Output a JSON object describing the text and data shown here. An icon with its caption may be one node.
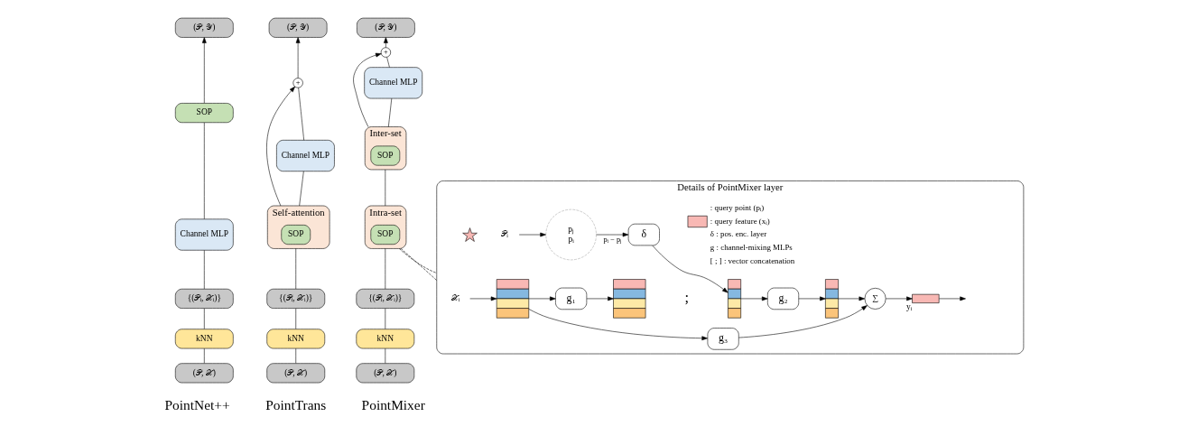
{
  "diagram": {
    "nodes": [
      {
        "text": [
          "(𝒫, 𝒴)"
        ]
      },
      {
        "text": [
          "SOP"
        ]
      },
      {
        "text": [
          "Channel MLP"
        ]
      },
      {
        "text": [
          "{(𝒫ᵢ, 𝒳ᵢ)}"
        ]
      },
      {
        "text": [
          "kNN"
        ]
      },
      {
        "text": [
          "(𝒫, 𝒳)"
        ]
      },
      {
        "text": [
          "(𝒫, 𝒴)"
        ]
      },
      {
        "text": [
          "+"
        ]
      },
      {
        "text": [
          "Channel MLP"
        ]
      },
      {
        "text": [
          "Self-attention"
        ]
      },
      {
        "text": [
          "SOP"
        ],
        "in": 9
      },
      {
        "text": [
          "{(𝒫ᵢ, 𝒳ᵢ)}"
        ]
      },
      {
        "text": [
          "kNN"
        ]
      },
      {
        "text": [
          "(𝒫, 𝒳)"
        ]
      },
      {
        "text": [
          "(𝒫, 𝒴)"
        ]
      },
      {
        "text": [
          "+"
        ]
      },
      {
        "text": [
          "Channel MLP"
        ]
      },
      {
        "text": [
          "Inter-set"
        ]
      },
      {
        "text": [
          "SOP"
        ],
        "in": 17
      },
      {
        "text": [
          "Intra-set"
        ]
      },
      {
        "text": [
          "SOP"
        ],
        "in": 19
      },
      {
        "text": [
          "{(𝒫ᵢ, 𝒳ᵢ)}"
        ]
      },
      {
        "text": [
          "kNN"
        ]
      },
      {
        "text": [
          "(𝒫, 𝒳)"
        ]
      },
      {
        "text": [
          "Details of PointMixer layer"
        ]
      },
      {
        "text": [
          "𝒫ᵢ"
        ],
        "in": 24
      },
      {
        "text": [
          "pⱼ",
          "pᵢ"
        ],
        "in": 24
      },
      {
        "text": [
          "δ"
        ],
        "in": 24
      },
      {
        "text": [
          "𝒳ᵢ"
        ],
        "in": 24
      },
      {
        "text": [],
        "shape": "bar",
        "in": 24
      },
      {
        "text": [
          "g₁"
        ],
        "in": 24
      },
      {
        "text": [],
        "shape": "bar",
        "in": 24
      },
      {
        "text": [],
        "shape": "bar",
        "in": 24
      },
      {
        "text": [
          "g₂"
        ],
        "in": 24
      },
      {
        "text": [],
        "shape": "bar",
        "in": 24
      },
      {
        "text": [
          "∑"
        ],
        "in": 24
      },
      {
        "text": [],
        "shape": "box",
        "in": 24,
        "beside": [
          "yᵢ"
        ]
      },
      {
        "text": [
          "g₃"
        ],
        "in": 24
      }
    ],
    "edges": [
      {
        "from": 5,
        "to": 4,
        "arrow": "none"
      },
      {
        "from": 4,
        "to": 3,
        "arrow": "none"
      },
      {
        "from": 3,
        "to": 2,
        "arrow": "none"
      },
      {
        "from": 2,
        "to": 1,
        "arrow": "none"
      },
      {
        "from": 1,
        "to": 0,
        "arrow": "to"
      },
      {
        "from": 13,
        "to": 12,
        "arrow": "none"
      },
      {
        "from": 12,
        "to": 11,
        "arrow": "none"
      },
      {
        "from": 11,
        "to": 9,
        "arrow": "none"
      },
      {
        "from": 9,
        "to": 8,
        "arrow": "none"
      },
      {
        "from": 8,
        "to": 7,
        "arrow": "none"
      },
      {
        "from": 9,
        "to": 7,
        "arrow": "to"
      },
      {
        "from": 7,
        "to": 6,
        "arrow": "to"
      },
      {
        "from": 23,
        "to": 22,
        "arrow": "none"
      },
      {
        "from": 22,
        "to": 21,
        "arrow": "none"
      },
      {
        "from": 21,
        "to": 19,
        "arrow": "none"
      },
      {
        "from": 19,
        "to": 17,
        "arrow": "none"
      },
      {
        "from": 17,
        "to": 16,
        "arrow": "none"
      },
      {
        "from": 16,
        "to": 15,
        "arrow": "none"
      },
      {
        "from": 17,
        "to": 15,
        "arrow": "to"
      },
      {
        "from": 15,
        "to": 14,
        "arrow": "to"
      },
      {
        "from": 19,
        "to": 24,
        "arrow": "none",
        "style": "dashed"
      },
      {
        "from": 19,
        "to": 24,
        "arrow": "none",
        "style": "dashed"
      },
      {
        "from": 25,
        "to": 26,
        "arrow": "to"
      },
      {
        "from": 26,
        "to": 27,
        "arrow": "to",
        "label": "pᵢ − pⱼ"
      },
      {
        "from": 27,
        "to": 32,
        "arrow": "to"
      },
      {
        "from": 28,
        "to": 29,
        "arrow": "to"
      },
      {
        "from": 29,
        "to": 30,
        "arrow": "to"
      },
      {
        "from": 30,
        "to": 31,
        "arrow": "to"
      },
      {
        "from": 32,
        "to": 33,
        "arrow": "to"
      },
      {
        "from": 33,
        "to": 34,
        "arrow": "to"
      },
      {
        "from": 34,
        "to": 35,
        "arrow": "to"
      },
      {
        "from": 35,
        "to": 36,
        "arrow": "to"
      },
      {
        "from": 36,
        "to": null,
        "arrow": "to"
      },
      {
        "from": 29,
        "to": 37,
        "arrow": "to"
      },
      {
        "from": 37,
        "to": 35,
        "arrow": "to"
      }
    ],
    "labels": [
      "PointNet++",
      "PointTrans",
      "PointMixer",
      ";"
    ],
    "legend": [
      {
        "text": ": query point (pᵢ)"
      },
      {
        "text": ": query feature (xᵢ)",
        "color": "#f8b8b4"
      },
      {
        "text": "δ : pos. enc. layer"
      },
      {
        "text": "g : channel-mixing MLPs"
      },
      {
        "text": "[ ; ] : vector concatenation"
      }
    ]
  }
}
